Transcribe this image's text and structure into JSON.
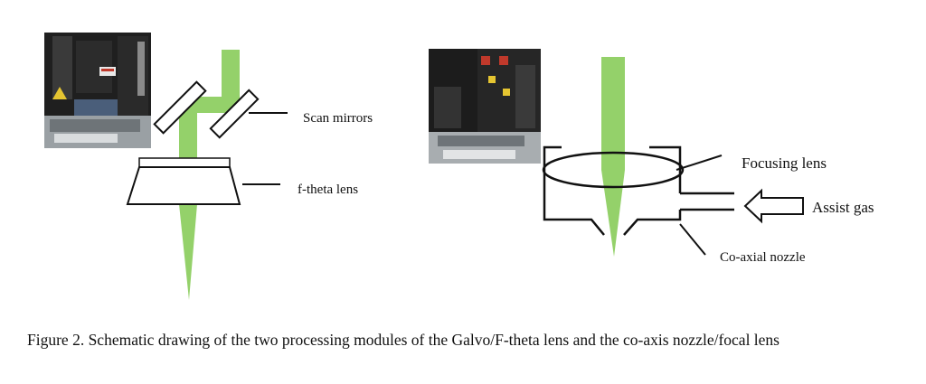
{
  "colors": {
    "beam": "#94d16a",
    "ink": "#111111",
    "photo_dark": "#1a1a1a",
    "photo_light": "#cfd3d6"
  },
  "photos": {
    "left": {
      "icon": "galvo-machine-photo"
    },
    "right": {
      "icon": "nozzle-machine-photo"
    }
  },
  "galvo_module": {
    "scan_mirrors_label": "Scan mirrors",
    "lens_label": "f-theta lens"
  },
  "nozzle_module": {
    "focusing_lens_label": "Focusing lens",
    "assist_gas_label": "Assist gas",
    "nozzle_label": "Co-axial nozzle"
  },
  "caption": "Figure 2. Schematic drawing of the two processing modules of the Galvo/F-theta lens and the co-axis nozzle/focal lens"
}
